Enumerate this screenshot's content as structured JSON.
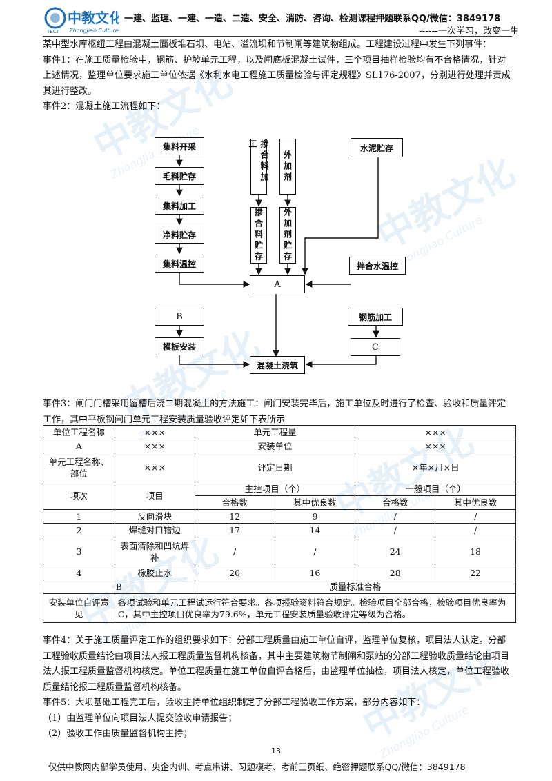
{
  "header": {
    "contact_line": "一建、监理、一建、一造、二造、安全、消防、咨询、检测课程押题联系QQ/微信：3849178",
    "slogan": "------一次学习，改变一生",
    "logo_brand": "中教文化",
    "logo_sub": "ZhongJiao Culture"
  },
  "intro": "某中型水库枢纽工程由混凝土面板堆石坝、电站、溢流坝和节制闸等建筑物组成。工程建设过程中发生下列事件：",
  "event1": "事件1：在施工质量检验中，钢筋、护坡单元工程，以及闸底板混凝土试件，三个项目抽样检验均有不合格情况，针对上述情况，监理单位要求施工单位依据《水利水电工程施工质量检验与评定规程》SL176-2007，分别进行处理并责成其进行整改。",
  "event2": "事件2：混凝土施工流程如下：",
  "flowchart": {
    "agg_mining": "集料开采",
    "raw_storage": "毛料贮存",
    "agg_processing": "集料加工",
    "clean_storage": "净料贮存",
    "agg_temp": "集料温控",
    "admixture_proc": "掺合料加工",
    "admixture_store": "掺合料贮存",
    "additive": "外加剂",
    "additive_store": "外加剂贮存",
    "cement_store": "水泥贮存",
    "water_temp": "拌合水温控",
    "node_a": "A",
    "node_b": "B",
    "node_c": "C",
    "formwork": "模板安装",
    "rebar": "钢筋加工",
    "pour": "混凝土浇筑"
  },
  "event3": "事件3：闸门门槽采用留槽后浇二期混凝土的方法施工：闸门安装完毕后，施工单位及时进行了检查、验收和质量评定工作，其中平板钢闸门单元工程安装质量验收评定如下表所示",
  "table": {
    "r1": [
      "单位工程名称",
      "×××",
      "单元工程量",
      "×××"
    ],
    "r2": [
      "A",
      "×××",
      "安装单位",
      "×××"
    ],
    "r3": [
      "单元工程名称、部位",
      "×××",
      "评定日期",
      "×年×月×日"
    ],
    "col_item_no": "项次",
    "col_item": "项目",
    "col_main": "主控项目（个）",
    "col_general": "一般项目（个）",
    "col_pass": "合格数",
    "col_excellent": "其中优良数",
    "rows": [
      {
        "no": "1",
        "item": "反向滑块",
        "m_pass": "12",
        "m_exc": "9",
        "g_pass": "/",
        "g_exc": "/"
      },
      {
        "no": "2",
        "item": "焊缝对口错边",
        "m_pass": "17",
        "m_exc": "14",
        "g_pass": "/",
        "g_exc": "/"
      },
      {
        "no": "3",
        "item": "表面清除和凹坑焊补",
        "m_pass": "/",
        "m_exc": "/",
        "g_pass": "24",
        "g_exc": "18"
      },
      {
        "no": "4",
        "item": "橡胶止水",
        "m_pass": "20",
        "m_exc": "16",
        "g_pass": "28",
        "g_exc": "22"
      }
    ],
    "b_label": "B",
    "b_value": "质量标准合格",
    "opinion_label": "安装单位自评意见",
    "opinion_text": "各项试验和单元工程试运行符合要求。各项报验资料符合规定。检验项目全部合格，检验项目优良率为C，其中主控项目优良率为79.6%，单元工程安装质量验收评定等级为合格。"
  },
  "event4": "事件4：关于施工质量评定工作的组织要求如下：分部工程质量由施工单位自评，监理单位复核，项目法人认定。分部工程验收质量结论由项目法人报工程质量监督机构核备，其中主要建筑物节制闸和泵站的分部工程验收质量结论由项目法人报工程质量监督机构核定。单位工程质量在施工单位自评合格后，由监理单位抽检，项目法人核定，单位工程验收质量结论报工程质量监督机构核备。",
  "event5": "事件5：大坝基础工程完工后，验收主持单位组织制定了分部工程验收工作方案，部分内容如下：",
  "item1": "（1）由监理单位向项目法人提交验收申请报告；",
  "item2": "（2）验收工作由质量监督机构主持；",
  "page_number": "13",
  "footer": "仅供中教网内部学员使用、央企内训、考点串讲、习题模考、考前三页纸、绝密押题联系QQ/微信：3849178",
  "colors": {
    "watermark": "#6aa7d6",
    "logo_blue": "#1d6fb8"
  }
}
